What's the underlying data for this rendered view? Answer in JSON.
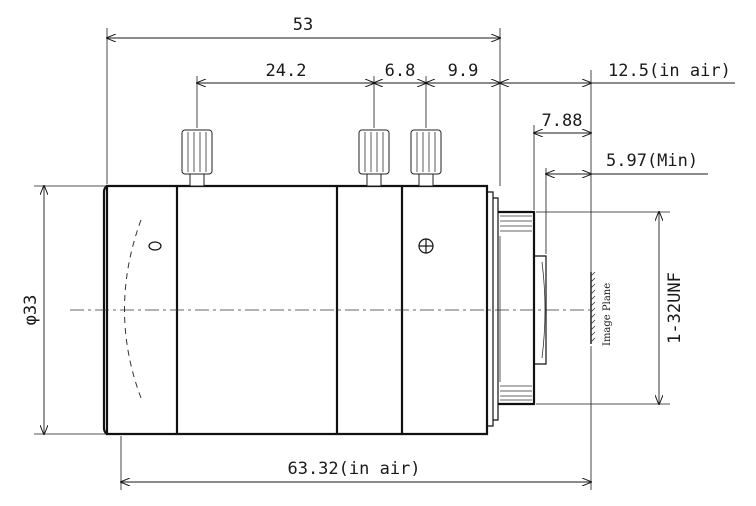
{
  "dimensions": {
    "length_total": "53",
    "knob_1_to_2": "24.2",
    "knob_2_to_3": "6.8",
    "knob_3_to_end": "9.9",
    "back_focus_air": "12.5(in air)",
    "flange_7_88": "7.88",
    "min_back": "5.97(Min)",
    "diameter": "φ33",
    "mount_thread": "1-32UNF",
    "overall_air": "63.32(in air)"
  },
  "labels": {
    "image_plane": "Image Plane"
  },
  "colors": {
    "line": "#111111",
    "background": "#ffffff"
  }
}
